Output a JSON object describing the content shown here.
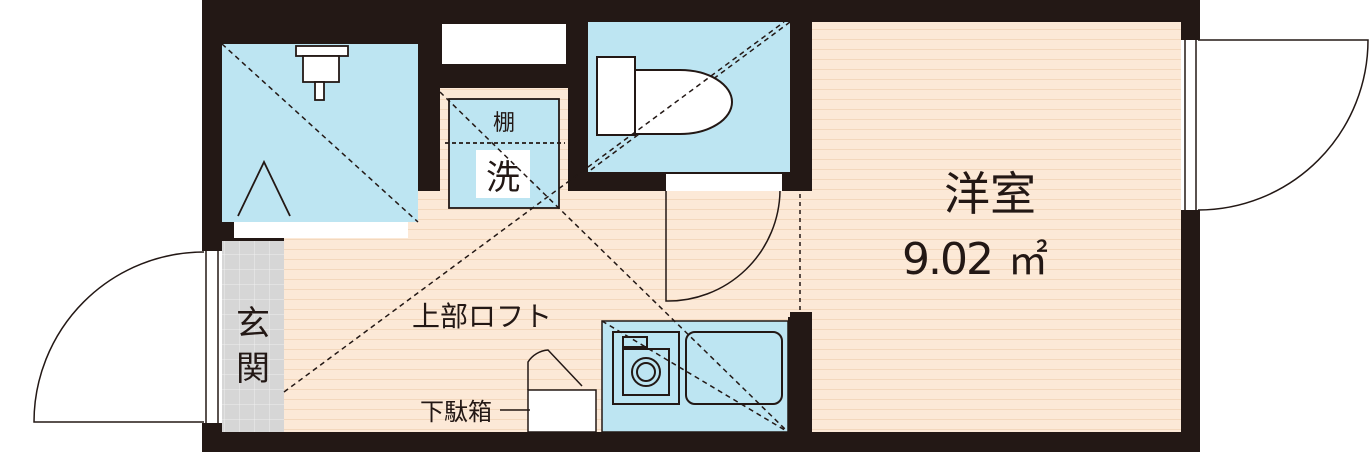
{
  "colors": {
    "wall": "#231815",
    "floor": "#fce9d7",
    "floor_stripe": "#f3d8bd",
    "wet_area": "#bde5f2",
    "tile": "#d6d6d6",
    "tile_grid": "#efefef",
    "line": "#231815",
    "background": "#ffffff"
  },
  "rooms": {
    "western_room": {
      "name": "洋室",
      "area_value": "9.02",
      "area_unit": "㎡"
    },
    "entrance": {
      "name_top": "玄",
      "name_bottom": "関"
    },
    "loft": {
      "name": "上部ロフト"
    },
    "shoe_box": {
      "name": "下駄箱"
    },
    "shelf": {
      "name": "棚"
    },
    "washer": {
      "name": "洗"
    }
  },
  "icons": {
    "toilet": "toilet-icon",
    "shower": "shower-icon",
    "sink": "kitchen-sink-icon",
    "stove": "stove-icon"
  }
}
